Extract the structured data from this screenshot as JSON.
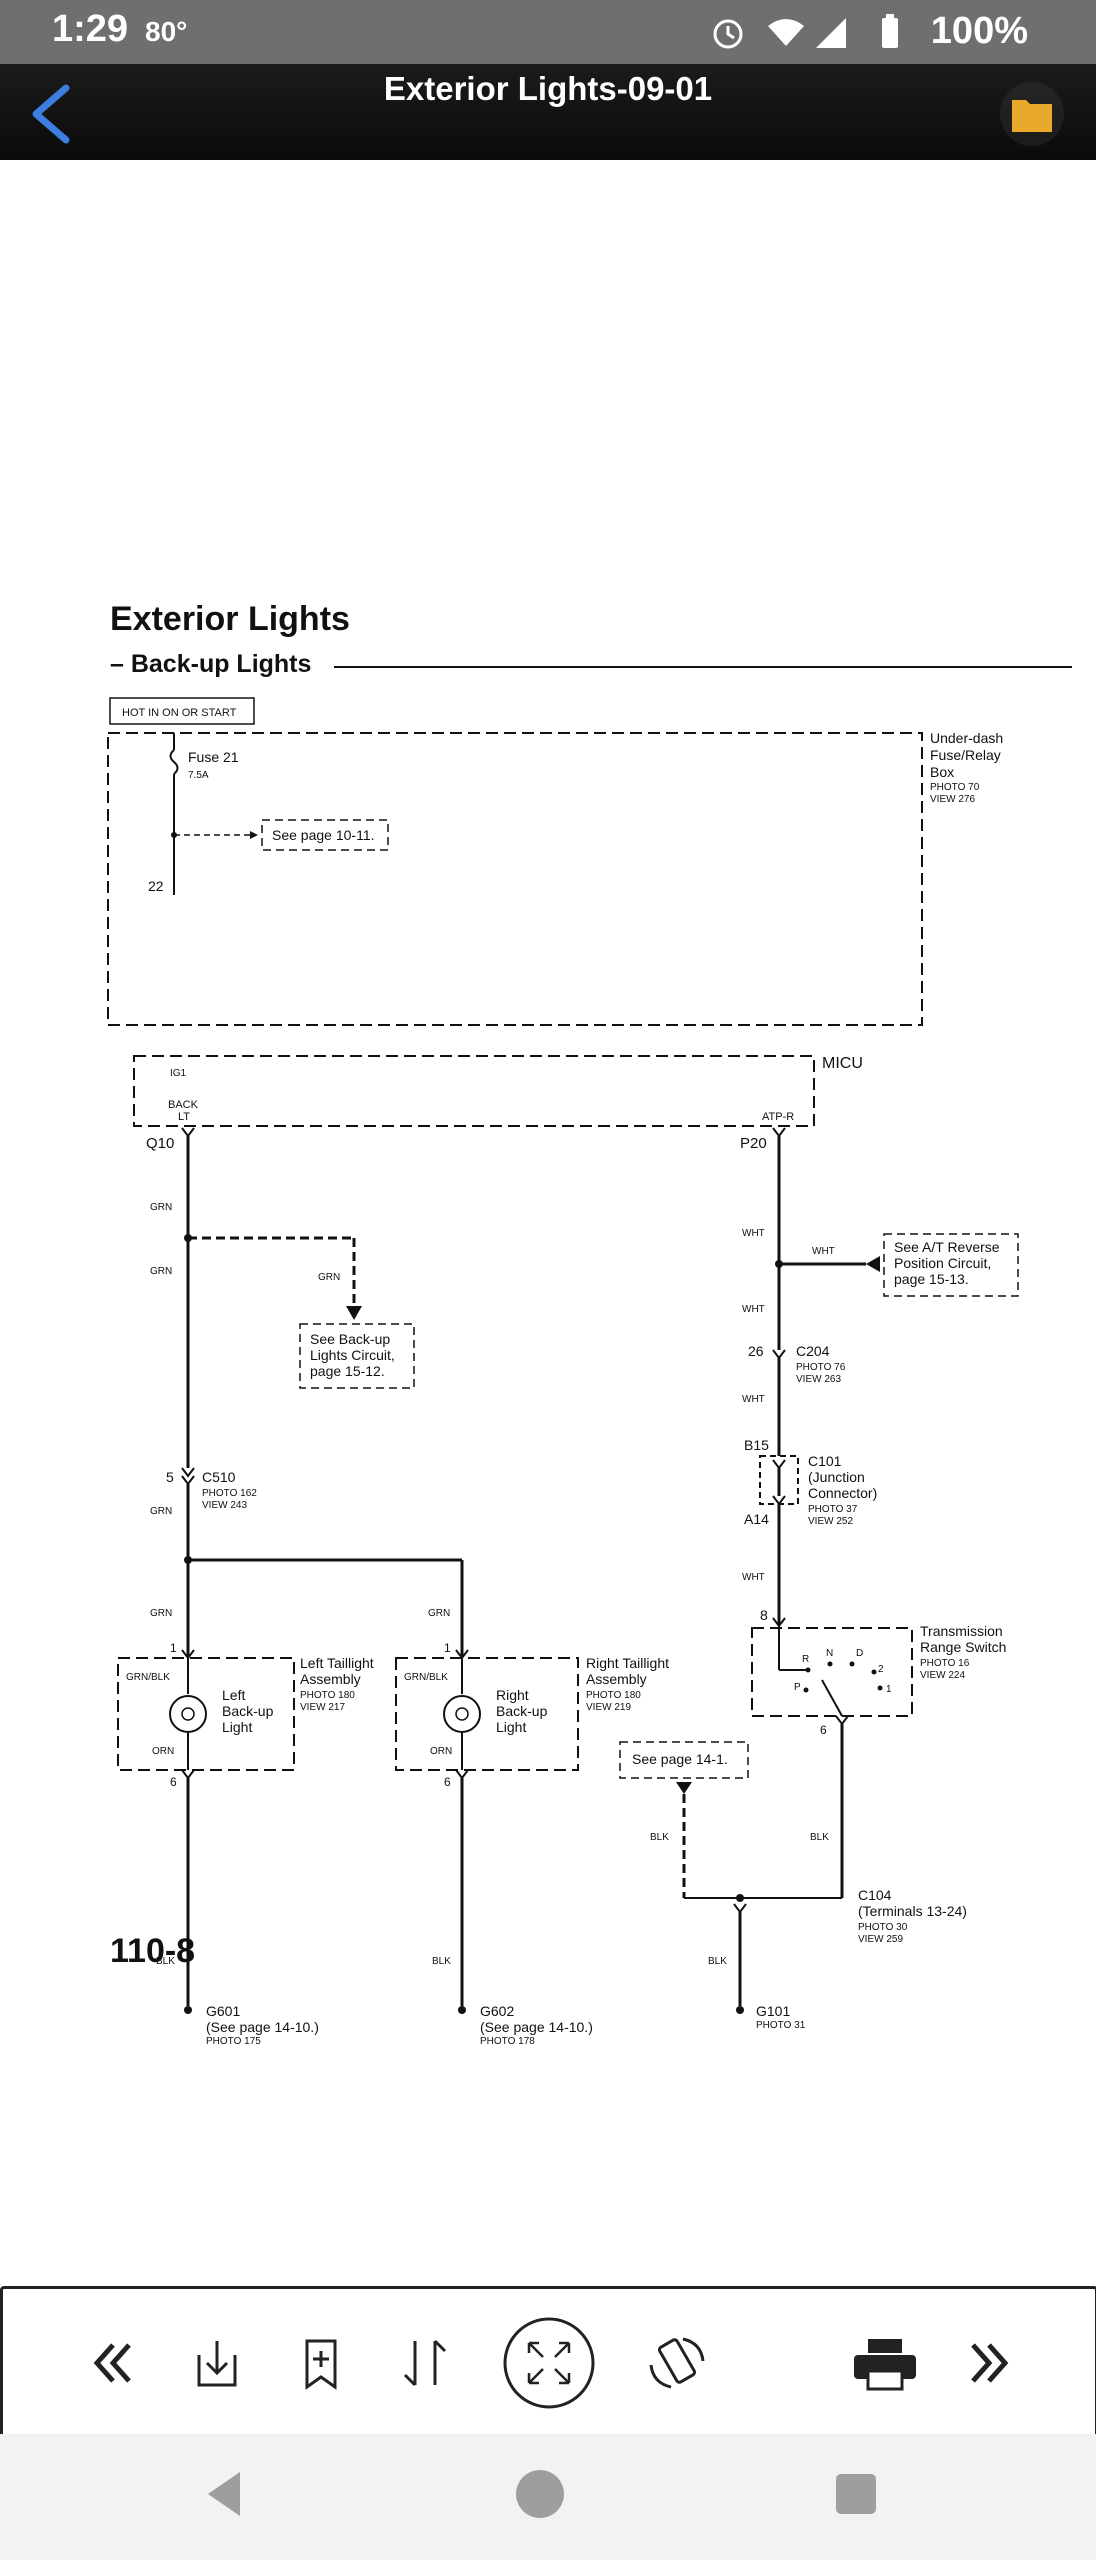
{
  "status": {
    "time": "1:29",
    "temp": "80°",
    "battery": "100%"
  },
  "appbar": {
    "title": "Exterior Lights-09-01"
  },
  "document": {
    "title": "Exterior Lights",
    "subtitle": "– Back-up Lights",
    "page_number": "110-8",
    "labels": {
      "hot": "HOT IN ON OR START",
      "fuse": "Fuse 21",
      "fuse_rating": "7.5A",
      "underdash1": "Under-dash",
      "underdash2": "Fuse/Relay",
      "underdash3": "Box",
      "underdash_photo": "PHOTO 70",
      "underdash_view": "VIEW 276",
      "see_10_11": "See page 10-11.",
      "pin22": "22",
      "ig1": "IG1",
      "micu": "MICU",
      "back": "BACK",
      "lt": "LT",
      "atpr": "ATP-R",
      "q10": "Q10",
      "p20": "P20",
      "grn": "GRN",
      "wht": "WHT",
      "blk": "BLK",
      "orn": "ORN",
      "grnblk": "GRN/BLK",
      "see_atrev1": "See A/T Reverse",
      "see_atrev2": "Position Circuit,",
      "see_atrev3": "page 15-13.",
      "see_backup1": "See Back-up",
      "see_backup2": "Lights Circuit,",
      "see_backup3": "page 15-12.",
      "pin26": "26",
      "c204": "C204",
      "c204_photo": "PHOTO 76",
      "c204_view": "VIEW 263",
      "b15": "B15",
      "a14": "A14",
      "c101": "C101",
      "c101_l2": "(Junction",
      "c101_l3": "Connector)",
      "c101_photo": "PHOTO 37",
      "c101_view": "VIEW 252",
      "pin5": "5",
      "c510": "C510",
      "c510_photo": "PHOTO 162",
      "c510_view": "VIEW 243",
      "pin8": "8",
      "trs1": "Transmission",
      "trs2": "Range Switch",
      "trs_photo": "PHOTO 16",
      "trs_view": "VIEW 224",
      "sw_r": "R",
      "sw_n": "N",
      "sw_d": "D",
      "sw_2": "2",
      "sw_1": "1",
      "sw_p": "P",
      "pin1": "1",
      "pin6": "6",
      "left_light1": "Left",
      "left_light2": "Back-up",
      "left_light3": "Light",
      "right_light1": "Right",
      "right_light2": "Back-up",
      "right_light3": "Light",
      "lta1": "Left Taillight",
      "lta2": "Assembly",
      "lta_photo": "PHOTO 180",
      "lta_view": "VIEW 217",
      "rta1": "Right Taillight",
      "rta2": "Assembly",
      "rta_photo": "PHOTO 180",
      "rta_view": "VIEW 219",
      "see_14_1": "See page 14-1.",
      "c104": "C104",
      "c104_l2": "(Terminals 13-24)",
      "c104_photo": "PHOTO 30",
      "c104_view": "VIEW 259",
      "g601": "G601",
      "g601_l2": "(See page 14-10.)",
      "g601_photo": "PHOTO 175",
      "g602": "G602",
      "g602_l2": "(See page 14-10.)",
      "g602_photo": "PHOTO 178",
      "g101": "G101",
      "g101_photo": "PHOTO 31"
    }
  },
  "toolbar": {
    "buttons": [
      "first-page-icon",
      "download-icon",
      "add-bookmark-icon",
      "sort-icon",
      "fullscreen-icon",
      "rotate-icon",
      "print-icon",
      "last-page-icon"
    ]
  },
  "navigation": {
    "buttons": [
      "back-nav-icon",
      "home-nav-icon",
      "recents-nav-icon"
    ]
  }
}
